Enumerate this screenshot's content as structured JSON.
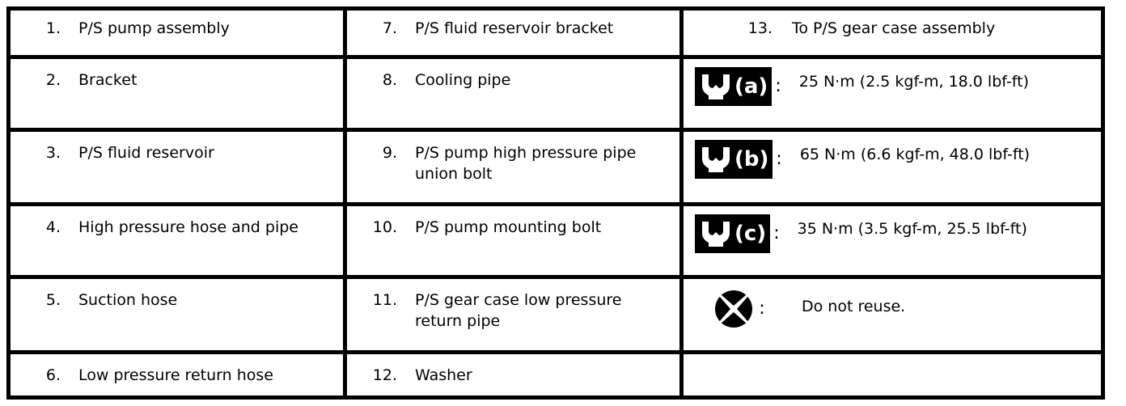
{
  "table": {
    "columns": [
      {
        "name": "left-column",
        "items": [
          {
            "number": "1.",
            "label": "P/S pump assembly"
          },
          {
            "number": "2.",
            "label": "Bracket"
          },
          {
            "number": "3.",
            "label": "P/S fluid reservoir"
          },
          {
            "number": "4.",
            "label": "High pressure hose and pipe"
          },
          {
            "number": "5.",
            "label": "Suction hose"
          },
          {
            "number": "6.",
            "label": "Low pressure return hose"
          }
        ]
      },
      {
        "name": "middle-column",
        "items": [
          {
            "number": "7.",
            "label": "P/S fluid reservoir bracket"
          },
          {
            "number": "8.",
            "label": "Cooling pipe"
          },
          {
            "number": "9.",
            "label": "P/S pump high pressure pipe union bolt"
          },
          {
            "number": "10.",
            "label": "P/S pump mounting bolt"
          },
          {
            "number": "11.",
            "label": "P/S gear case low pressure return pipe"
          },
          {
            "number": "12.",
            "label": "Washer"
          }
        ]
      },
      {
        "name": "right-column",
        "items": [
          {
            "number": "13.",
            "label": "To P/S gear case assembly"
          }
        ],
        "torque_specs": [
          {
            "badge": "(a)",
            "icon": "wrench-icon",
            "colon": ":",
            "value": "25 N·m (2.5 kgf-m, 18.0 lbf-ft)"
          },
          {
            "badge": "(b)",
            "icon": "wrench-icon",
            "colon": ":",
            "value": "65 N·m (6.6 kgf-m, 48.0 lbf-ft)"
          },
          {
            "badge": "(c)",
            "icon": "wrench-icon",
            "colon": ":",
            "value": "35 N·m (3.5 kgf-m, 25.5 lbf-ft)"
          }
        ],
        "notes": [
          {
            "icon": "do-not-reuse-icon",
            "colon": ":",
            "text": "Do not reuse."
          }
        ]
      }
    ]
  },
  "colors": {
    "border": "#000000",
    "background": "#ffffff",
    "text": "#000000",
    "badge_background": "#000000",
    "badge_text": "#ffffff"
  }
}
